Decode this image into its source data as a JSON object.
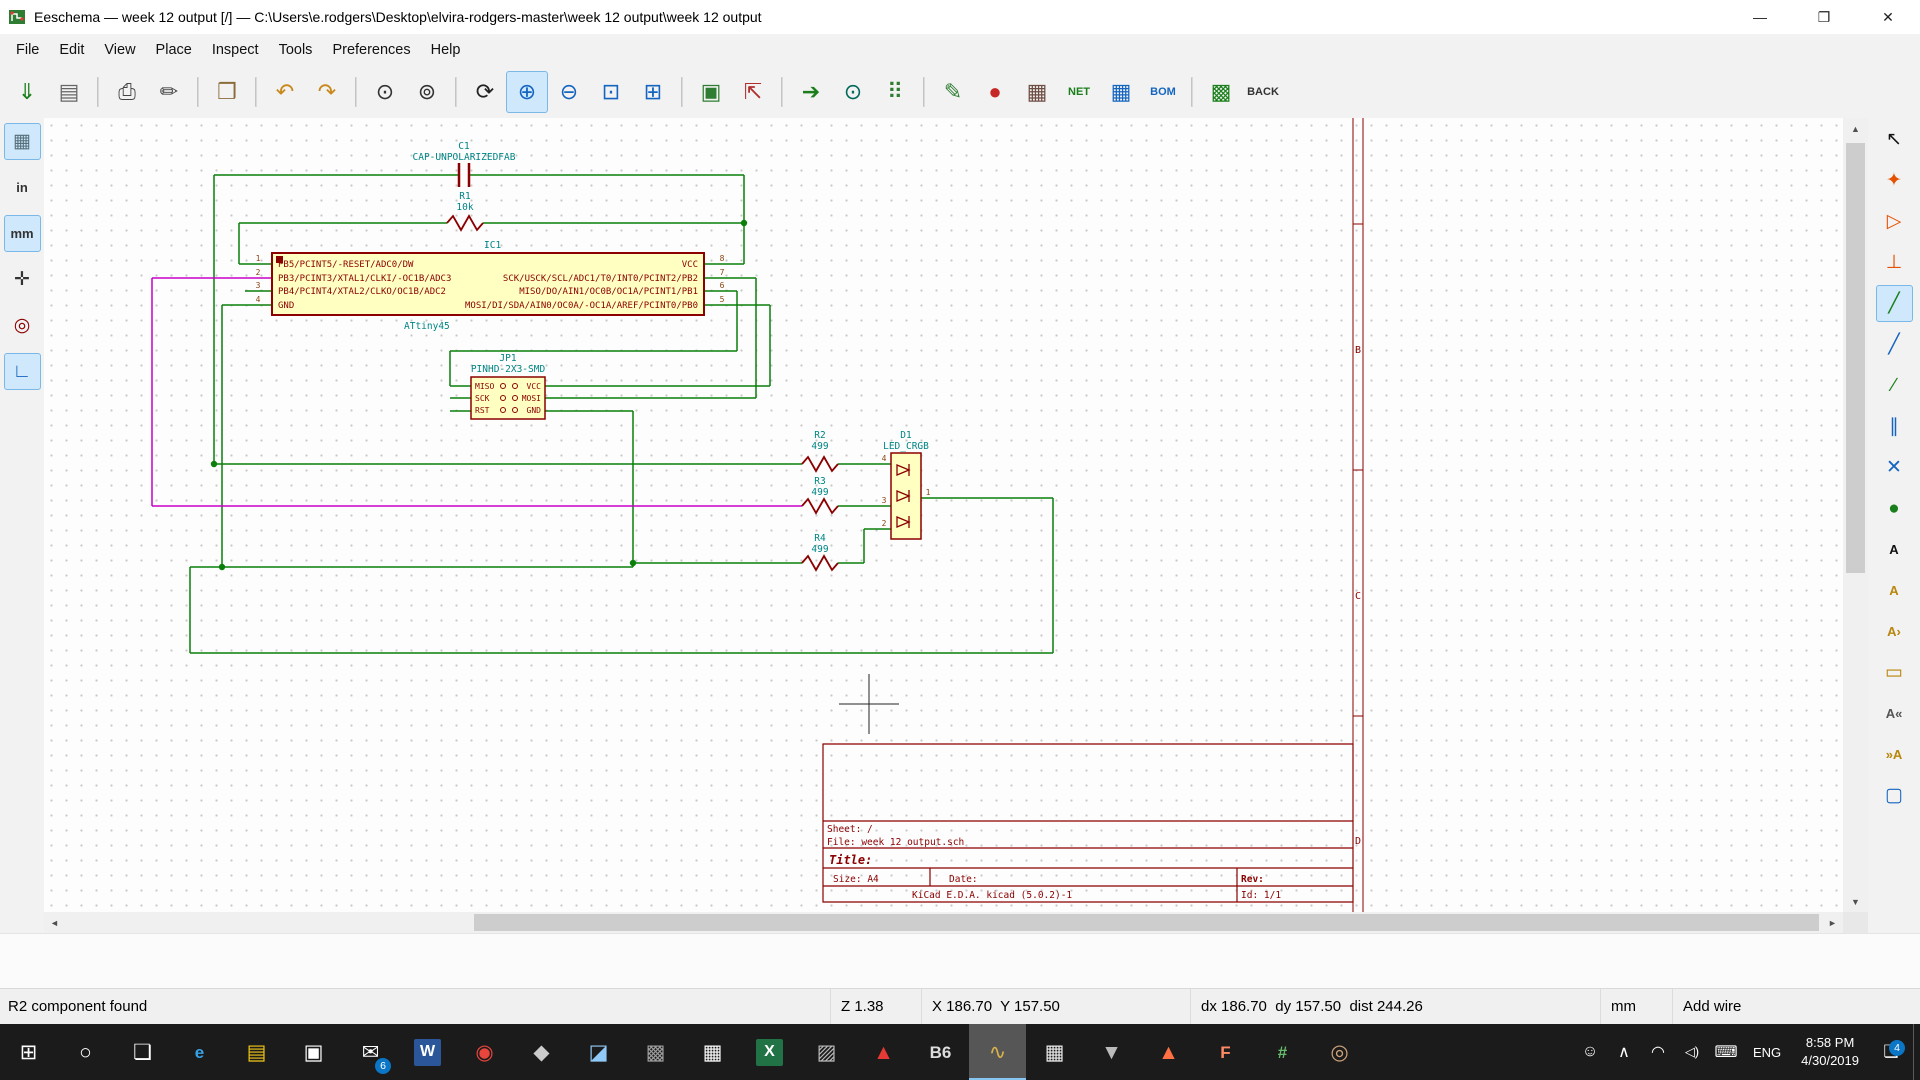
{
  "window": {
    "title": "Eeschema — week 12 output [/] — C:\\Users\\e.rodgers\\Desktop\\elvira-rodgers-master\\week 12 output\\week 12 output",
    "controls": {
      "minimize": "—",
      "maximize": "❐",
      "close": "✕"
    }
  },
  "menubar": {
    "items": [
      {
        "name": "menu-file",
        "label": "File"
      },
      {
        "name": "menu-edit",
        "label": "Edit"
      },
      {
        "name": "menu-view",
        "label": "View"
      },
      {
        "name": "menu-place",
        "label": "Place"
      },
      {
        "name": "menu-inspect",
        "label": "Inspect"
      },
      {
        "name": "menu-tools",
        "label": "Tools"
      },
      {
        "name": "menu-preferences",
        "label": "Preferences"
      },
      {
        "name": "menu-help",
        "label": "Help"
      }
    ]
  },
  "toolbar": {
    "buttons": [
      {
        "name": "new-schematic-button",
        "glyph": "⇓",
        "color": "#1a7f1a"
      },
      {
        "name": "page-settings-button",
        "glyph": "▤",
        "color": "#666666"
      },
      {
        "sep": true
      },
      {
        "name": "print-button",
        "glyph": "⎙",
        "color": "#444444"
      },
      {
        "name": "plot-button",
        "glyph": "✏",
        "color": "#444444"
      },
      {
        "sep": true
      },
      {
        "name": "paste-button",
        "glyph": "❒",
        "color": "#8a6d3b"
      },
      {
        "sep": true
      },
      {
        "name": "undo-button",
        "glyph": "↶",
        "color": "#c9881a"
      },
      {
        "name": "redo-button",
        "glyph": "↷",
        "color": "#c9881a"
      },
      {
        "sep": true
      },
      {
        "name": "find-button",
        "glyph": "⊙",
        "color": "#333333"
      },
      {
        "name": "find-replace-button",
        "glyph": "⊚",
        "color": "#333333"
      },
      {
        "sep": true
      },
      {
        "name": "redraw-view-button",
        "glyph": "⟳",
        "color": "#222222"
      },
      {
        "name": "zoom-in-button",
        "glyph": "⊕",
        "color": "#1565c0",
        "selected": true
      },
      {
        "name": "zoom-out-button",
        "glyph": "⊖",
        "color": "#1565c0"
      },
      {
        "name": "zoom-fit-button",
        "glyph": "⊡",
        "color": "#1565c0"
      },
      {
        "name": "zoom-area-button",
        "glyph": "⊞",
        "color": "#1565c0"
      },
      {
        "sep": true
      },
      {
        "name": "hierarchy-navigator-button",
        "glyph": "▣",
        "color": "#2e7d32"
      },
      {
        "name": "leave-sheet-button",
        "glyph": "⇱",
        "color": "#b03030"
      },
      {
        "sep": true
      },
      {
        "name": "run-to-pcbnew-button",
        "glyph": "➔",
        "color": "#1a7f1a"
      },
      {
        "name": "footprint-browser-button",
        "glyph": "⊙",
        "color": "#00695c"
      },
      {
        "name": "annotate-symbols-button",
        "glyph": "⠿",
        "color": "#2e7d32"
      },
      {
        "sep": true
      },
      {
        "name": "edit-symbol-fields-button",
        "glyph": "✎",
        "color": "#2e7d32"
      },
      {
        "name": "run-erc-button",
        "glyph": "●",
        "color": "#c62828"
      },
      {
        "name": "assign-footprints-button",
        "glyph": "▦",
        "color": "#6d4c41"
      },
      {
        "name": "generate-netlist-button",
        "glyph": "NET",
        "color": "#1a7f1a",
        "text": true
      },
      {
        "name": "symbol-fields-table-button",
        "glyph": "▦",
        "color": "#1565c0"
      },
      {
        "name": "generate-bom-button",
        "glyph": "BOM",
        "color": "#1565c0",
        "text": true
      },
      {
        "sep": true
      },
      {
        "name": "run-pcbnew-button",
        "glyph": "▩",
        "color": "#1a7f1a"
      },
      {
        "name": "back-import-button",
        "glyph": "BACK",
        "color": "#333333",
        "text": true
      }
    ]
  },
  "left_toolbar": {
    "buttons": [
      {
        "name": "grid-toggle-button",
        "glyph": "▦",
        "color": "#546e7a",
        "selected": true
      },
      {
        "name": "units-inches-button",
        "glyph": "in",
        "color": "#333333",
        "text": true
      },
      {
        "name": "units-mm-button",
        "glyph": "mm",
        "color": "#333333",
        "text": true,
        "selected": true
      },
      {
        "name": "cursor-shape-button",
        "glyph": "✛",
        "color": "#333333"
      },
      {
        "name": "hidden-pins-button",
        "glyph": "◎",
        "color": "#8b0000"
      },
      {
        "name": "hv-wires-button",
        "glyph": "∟",
        "color": "#1565c0",
        "selected": true
      }
    ]
  },
  "right_toolbar": {
    "buttons": [
      {
        "name": "select-tool-button",
        "glyph": "↖",
        "color": "#111111"
      },
      {
        "name": "highlight-net-button",
        "glyph": "✦",
        "color": "#e65100"
      },
      {
        "name": "place-symbol-button",
        "glyph": "▷",
        "color": "#e65100"
      },
      {
        "name": "place-power-port-button",
        "glyph": "⊥",
        "color": "#e65100"
      },
      {
        "name": "place-wire-button",
        "glyph": "╱",
        "color": "#1a7f1a",
        "selected": true
      },
      {
        "name": "place-bus-button",
        "glyph": "╱",
        "color": "#1565c0"
      },
      {
        "name": "wire-to-bus-entry-button",
        "glyph": "∕",
        "color": "#1a7f1a"
      },
      {
        "name": "bus-to-bus-entry-button",
        "glyph": "∥",
        "color": "#1565c0"
      },
      {
        "name": "no-connect-button",
        "glyph": "✕",
        "color": "#1565c0"
      },
      {
        "name": "place-junction-button",
        "glyph": "●",
        "color": "#1a7f1a"
      },
      {
        "name": "place-net-label-button",
        "glyph": "A",
        "color": "#111111",
        "text": true
      },
      {
        "name": "place-global-label-button",
        "glyph": "A",
        "color": "#b8860b",
        "text": true
      },
      {
        "name": "place-hierarchical-label-button",
        "glyph": "A›",
        "color": "#b8860b",
        "text": true
      },
      {
        "name": "place-hierarchical-sheet-button",
        "glyph": "▭",
        "color": "#b8860b"
      },
      {
        "name": "import-sheet-pin-button",
        "glyph": "A«",
        "color": "#555555",
        "text": true
      },
      {
        "name": "place-sheet-pin-button",
        "glyph": "»A",
        "color": "#b8860b",
        "text": true
      },
      {
        "name": "place-bitmap-button",
        "glyph": "▢",
        "color": "#1565c0"
      }
    ]
  },
  "schematic": {
    "c1": {
      "ref": "C1",
      "value": "CAP-UNPOLARIZEDFAB"
    },
    "r1": {
      "ref": "R1",
      "value": "10k"
    },
    "r2": {
      "ref": "R2",
      "value": "499"
    },
    "r3": {
      "ref": "R3",
      "value": "499"
    },
    "r4": {
      "ref": "R4",
      "value": "499"
    },
    "ic1": {
      "ref": "IC1",
      "value": "ATtiny45",
      "left_pins": [
        {
          "num": "1",
          "name": "PB5/PCINT5/-RESET/ADC0/DW"
        },
        {
          "num": "2",
          "name": "PB3/PCINT3/XTAL1/CLKI/-OC1B/ADC3"
        },
        {
          "num": "3",
          "name": "PB4/PCINT4/XTAL2/CLKO/OC1B/ADC2"
        },
        {
          "num": "4",
          "name": "GND"
        }
      ],
      "right_pins": [
        {
          "num": "8",
          "name": "VCC"
        },
        {
          "num": "7",
          "name": "SCK/USCK/SCL/ADC1/T0/INT0/PCINT2/PB2"
        },
        {
          "num": "6",
          "name": "MISO/DO/AIN1/OC0B/OC1A/PCINT1/PB1"
        },
        {
          "num": "5",
          "name": "MOSI/DI/SDA/AIN0/OC0A/-OC1A/AREF/PCINT0/PB0"
        }
      ]
    },
    "jp1": {
      "ref": "JP1",
      "value": "PINHD-2X3-SMD",
      "left_pins": [
        "MISO",
        "SCK",
        "RST"
      ],
      "right_pins": [
        "VCC",
        "MOSI",
        "GND"
      ]
    },
    "d1": {
      "ref": "D1",
      "value": "LED_CRGB",
      "pins_left": [
        "4",
        "3",
        "2"
      ],
      "pin_right": "1"
    },
    "zones": [
      "B",
      "C",
      "D"
    ]
  },
  "titleblock": {
    "sheet": "Sheet: /",
    "file": "File: week 12 output.sch",
    "title_label": "Title:",
    "size": "Size: A4",
    "date": "Date:",
    "rev": "Rev:",
    "tool": "KiCad E.D.A.  kicad (5.0.2)-1",
    "id": "Id: 1/1"
  },
  "statusbar": {
    "message": "R2 component found",
    "zoom": "Z 1.38",
    "position": "X 186.70  Y 157.50",
    "delta": "dx 186.70  dy 157.50  dist 244.26",
    "units": "mm",
    "mode": "Add wire"
  },
  "taskbar": {
    "apps": [
      {
        "name": "start-button",
        "glyph": "⊞",
        "color": "#ffffff"
      },
      {
        "name": "search-button",
        "glyph": "○",
        "color": "#ffffff"
      },
      {
        "name": "task-view-button",
        "glyph": "❏",
        "color": "#ffffff"
      },
      {
        "name": "edge-icon",
        "glyph": "e",
        "color": "#35a3e8",
        "text": true
      },
      {
        "name": "file-explorer-icon",
        "glyph": "▤",
        "color": "#f0c419"
      },
      {
        "name": "store-icon",
        "glyph": "▣",
        "color": "#ffffff"
      },
      {
        "name": "mail-icon",
        "glyph": "✉",
        "color": "#ffffff",
        "badge": "6"
      },
      {
        "name": "word-icon",
        "glyph": "W",
        "color": "#ffffff",
        "bg": "#2b579a",
        "text": true
      },
      {
        "name": "chrome-icon",
        "glyph": "◉",
        "color": "#e8453c"
      },
      {
        "name": "inkscape-icon",
        "glyph": "◆",
        "color": "#cccccc"
      },
      {
        "name": "photos-icon",
        "glyph": "◪",
        "color": "#90caf9"
      },
      {
        "name": "kicad-project-icon",
        "glyph": "▩",
        "color": "#9e9e9e"
      },
      {
        "name": "calendar-icon",
        "glyph": "▦",
        "color": "#ffffff"
      },
      {
        "name": "excel-icon",
        "glyph": "X",
        "color": "#ffffff",
        "bg": "#217346",
        "text": true
      },
      {
        "name": "image-tool-icon",
        "glyph": "▨",
        "color": "#bbbbbb"
      },
      {
        "name": "acrobat-icon",
        "glyph": "▲",
        "color": "#e53935"
      },
      {
        "name": "app-b6-icon",
        "glyph": "B6",
        "color": "#dddddd",
        "text": true
      },
      {
        "name": "eeschema-icon",
        "glyph": "∿",
        "color": "#d8b24a",
        "active": true
      },
      {
        "name": "pcbnew-icon",
        "glyph": "▦",
        "color": "#eeeeee"
      },
      {
        "name": "updates-icon",
        "glyph": "▼",
        "color": "#bbbbbb"
      },
      {
        "name": "flame-app-icon",
        "glyph": "▲",
        "color": "#ff7043"
      },
      {
        "name": "filezilla-icon",
        "glyph": "F",
        "color": "#ff8a65",
        "text": true
      },
      {
        "name": "circuit-app-icon",
        "glyph": "#",
        "color": "#66bb6a",
        "text": true
      },
      {
        "name": "gimp-icon",
        "glyph": "◎",
        "color": "#cfa37a"
      }
    ],
    "tray": [
      {
        "name": "people-icon",
        "glyph": "☺",
        "color": "#ffffff"
      },
      {
        "name": "tray-chevron-icon",
        "glyph": "∧",
        "color": "#ffffff"
      },
      {
        "name": "wifi-icon",
        "glyph": "◠",
        "color": "#ffffff"
      },
      {
        "name": "volume-icon",
        "glyph": "◁)",
        "color": "#ffffff",
        "text": true
      },
      {
        "name": "touch-keyboard-icon",
        "glyph": "⌨",
        "color": "#ffffff"
      }
    ],
    "lang": "ENG",
    "time": "8:58 PM",
    "date": "4/30/2019",
    "notifications_badge": "4"
  },
  "icons": {
    "scroll_up": "▲",
    "scroll_down": "▼",
    "scroll_left": "◄",
    "scroll_right": "►",
    "notifications": "❏"
  }
}
